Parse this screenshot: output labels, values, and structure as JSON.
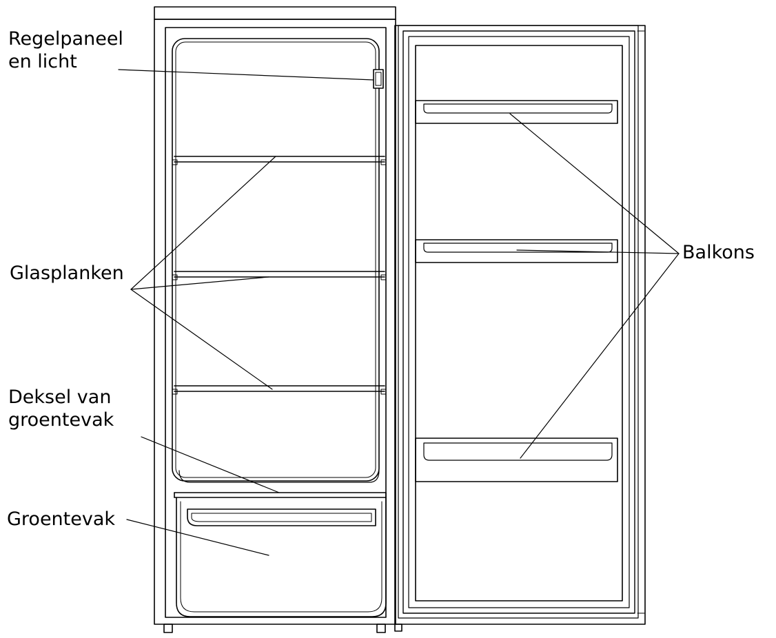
{
  "labels": {
    "control_panel": [
      "Regelpaneel",
      "en licht"
    ],
    "glass_shelves": "Glasplanken",
    "crisper_cover": [
      "Deksel van",
      "groentevak"
    ],
    "crisper": "Groentevak",
    "door_balconies": "Balkons"
  },
  "colors": {
    "stroke": "#000000",
    "background": "#ffffff"
  }
}
